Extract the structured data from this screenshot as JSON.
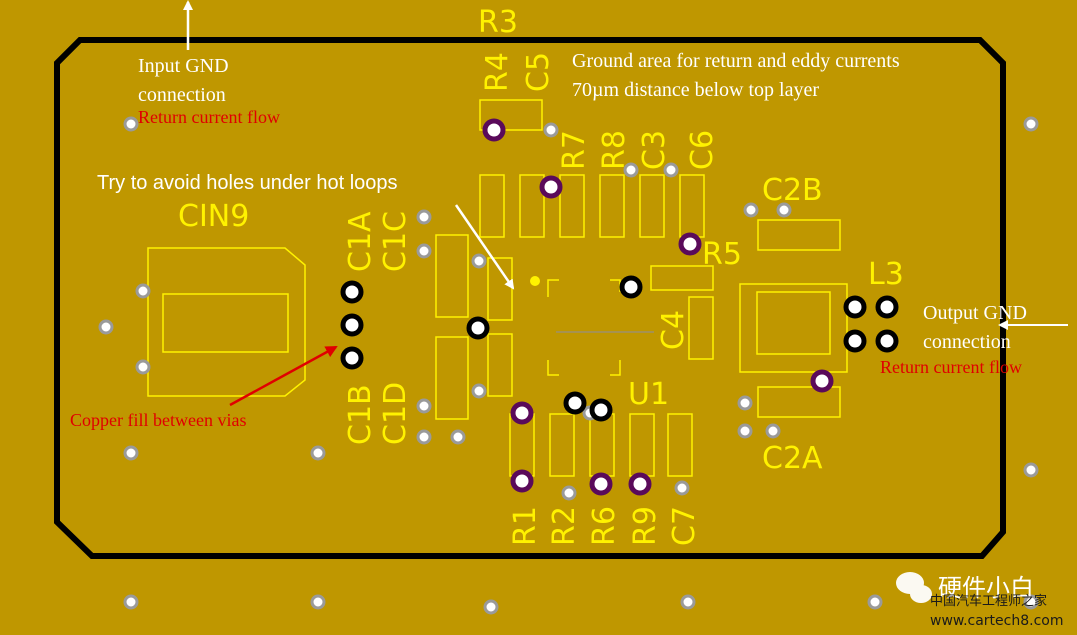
{
  "colors": {
    "copper": "#bf9700",
    "outline": "#000000",
    "silkscreen": "#fff200",
    "annotation_white": "#ffffff",
    "annotation_red": "#e00000",
    "via_ring": "#d8d8d8",
    "pad_black": "#000000",
    "pad_inner": "#8a0a8a"
  },
  "annotations": {
    "input_gnd_line1": "Input GND",
    "input_gnd_line2": "connection",
    "return_flow_left": "Return current flow",
    "ground_area_line1": "Ground area for return and eddy currents",
    "ground_area_line2": "70µm distance below top layer",
    "avoid_holes": "Try to avoid holes under hot loops",
    "copper_fill": "Copper fill between vias",
    "output_gnd_line1": "Output GND",
    "output_gnd_line2": "connection",
    "return_flow_right": "Return current flow"
  },
  "designators": {
    "r3": "R3",
    "r4": "R4",
    "c5": "C5",
    "r7": "R7",
    "r8": "R8",
    "c3": "C3",
    "c6": "C6",
    "c2b": "C2B",
    "cin9": "CIN9",
    "c1a": "C1A",
    "c1c": "C1C",
    "r5": "R5",
    "l3": "L3",
    "c4": "C4",
    "c1b": "C1B",
    "c1d": "C1D",
    "u1": "U1",
    "c2a": "C2A",
    "r1": "R1",
    "r2": "R2",
    "r6": "R6",
    "r9": "R9",
    "c7": "C7"
  },
  "watermark": {
    "title": "硬件小白",
    "subtitle": "中国汽车工程师之家",
    "url": "www.cartech8.com"
  }
}
